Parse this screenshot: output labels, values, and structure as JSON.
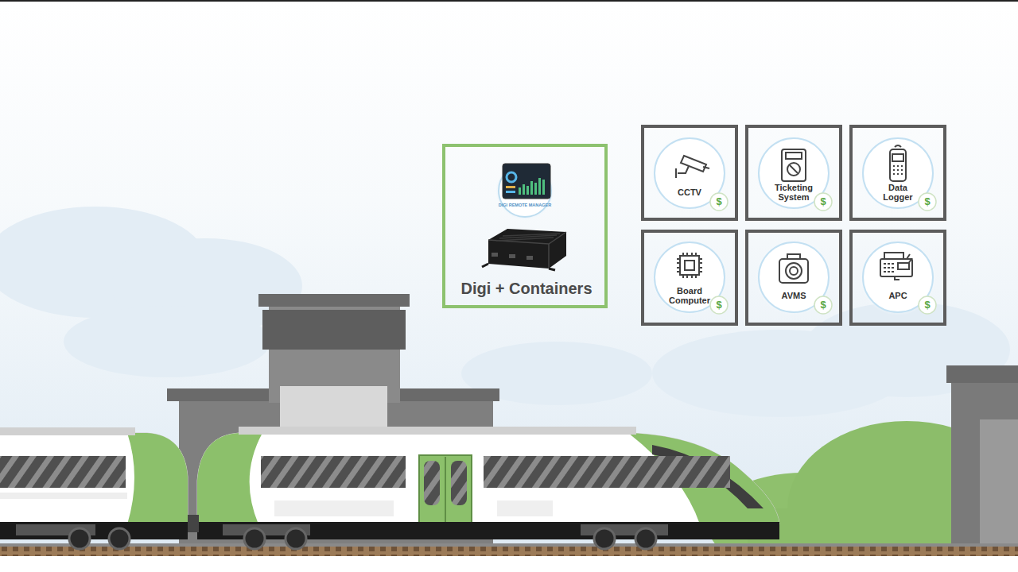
{
  "diagram": {
    "nodes": [
      {
        "text": [
          "Digi + Containers"
        ]
      },
      {
        "text": [
          "CCTV",
          "$"
        ]
      },
      {
        "text": [
          "Ticketing System",
          "$"
        ]
      },
      {
        "text": [
          "Data Logger",
          "$"
        ]
      },
      {
        "text": [
          "Board Computer",
          "$"
        ]
      },
      {
        "text": [
          "AVMS",
          "$"
        ]
      },
      {
        "text": [
          "APC",
          "$"
        ]
      }
    ],
    "labels": [
      "DIGI REMOTE MANAGER"
    ]
  }
}
